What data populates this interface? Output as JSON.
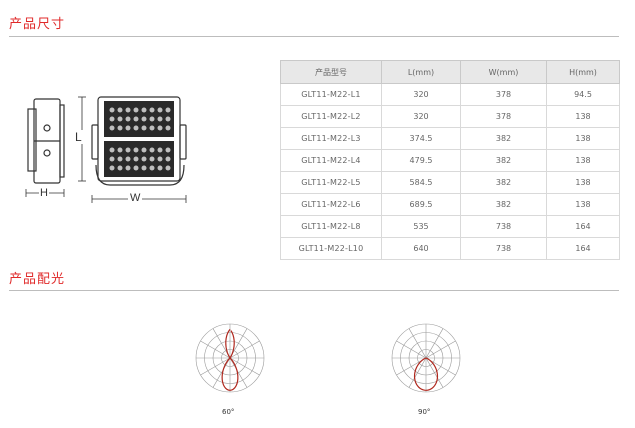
{
  "sections": {
    "size_title": "产品尺寸",
    "light_title": "产品配光"
  },
  "dimension_labels": {
    "l": "L",
    "h": "H",
    "w": "W"
  },
  "table": {
    "headers": [
      "产品型号",
      "L(mm)",
      "W(mm)",
      "H(mm)"
    ],
    "rows": [
      [
        "GLT11-M22-L1",
        "320",
        "378",
        "94.5"
      ],
      [
        "GLT11-M22-L2",
        "320",
        "378",
        "138"
      ],
      [
        "GLT11-M22-L3",
        "374.5",
        "382",
        "138"
      ],
      [
        "GLT11-M22-L4",
        "479.5",
        "382",
        "138"
      ],
      [
        "GLT11-M22-L5",
        "584.5",
        "382",
        "138"
      ],
      [
        "GLT11-M22-L6",
        "689.5",
        "382",
        "138"
      ],
      [
        "GLT11-M22-L8",
        "535",
        "738",
        "164"
      ],
      [
        "GLT11-M22-L10",
        "640",
        "738",
        "164"
      ]
    ]
  },
  "polar_charts": [
    {
      "angle": "60°",
      "beam_angle": 60
    },
    {
      "angle": "90°",
      "beam_angle": 90
    }
  ],
  "colors": {
    "accent": "#e02a2a",
    "curve": "#b0281e"
  }
}
